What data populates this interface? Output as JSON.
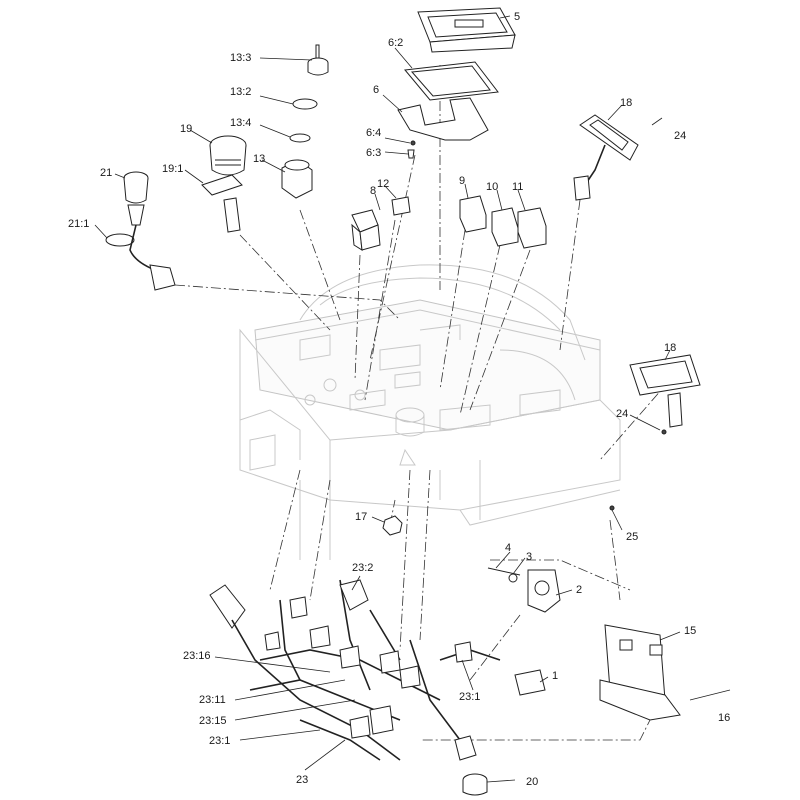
{
  "callouts": {
    "c5": "5",
    "c6_2": "6:2",
    "c6": "6",
    "c6_4": "6:4",
    "c6_3": "6:3",
    "c13_3": "13:3",
    "c13_2": "13:2",
    "c13_4": "13:4",
    "c13": "13",
    "c19": "19",
    "c19_1": "19:1",
    "c21": "21",
    "c21_1": "21:1",
    "c8": "8",
    "c12": "12",
    "c9": "9",
    "c10": "10",
    "c11": "11",
    "c18a": "18",
    "c24a": "24",
    "c18b": "18",
    "c24b": "24",
    "c25": "25",
    "c17": "17",
    "c4": "4",
    "c3": "3",
    "c2": "2",
    "c15": "15",
    "c16": "16",
    "c1": "1",
    "c23_1a": "23:1",
    "c23_2": "23:2",
    "c23_16": "23:16",
    "c23_11": "23:11",
    "c23_15": "23:15",
    "c23_1b": "23:1",
    "c23": "23",
    "c20": "20"
  }
}
